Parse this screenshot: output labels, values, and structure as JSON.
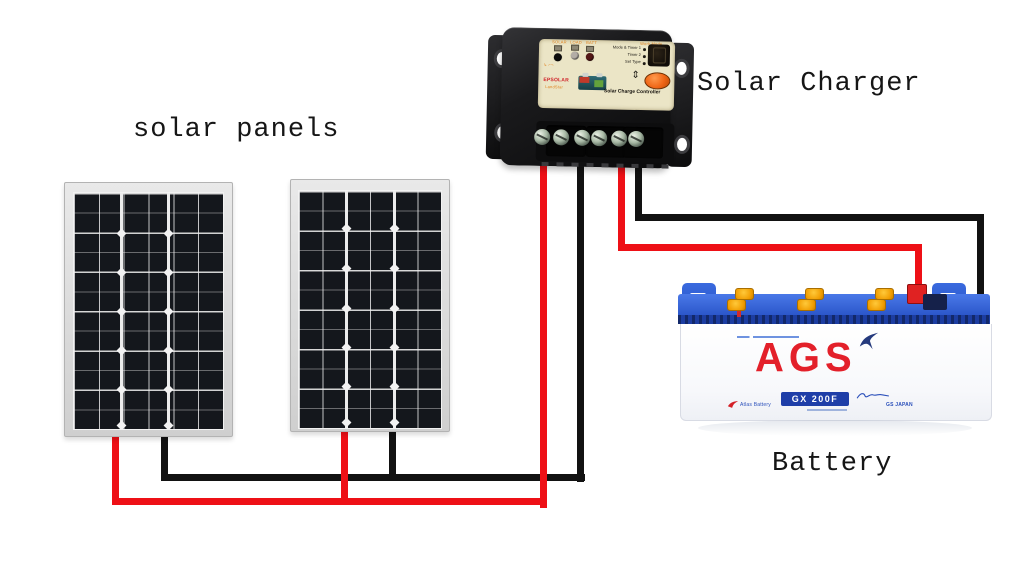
{
  "labels": {
    "solar_panels": "solar panels",
    "solar_charger": "Solar Charger",
    "battery": "Battery"
  },
  "controller": {
    "brand": "EPSOLAR",
    "series": "LandStar",
    "title": "Solar Charge Controller",
    "indicator_labels": [
      "SOLAR",
      "LOAD",
      "BATT"
    ],
    "work_mode_label": "Work Mode",
    "menu": [
      "Mode & Timer 1",
      "Timer 2",
      "Set Type"
    ],
    "colors": {
      "face": "#ebe5c6",
      "accent_orange": "#e0821e",
      "button_orange": "#ef6414",
      "body_black": "#141416"
    }
  },
  "battery": {
    "brand": "AGS",
    "model": "GX 200F",
    "maker": "Atlas Battery",
    "origin_mark": "GS JAPAN",
    "colors": {
      "lid_blue": "#2a55c9",
      "brand_red": "#e3202a",
      "model_box_blue": "#1e3ea8",
      "cap_yellow": "#f09c00"
    }
  },
  "wires": {
    "positive_color": "#ee1016",
    "negative_color": "#121212"
  }
}
